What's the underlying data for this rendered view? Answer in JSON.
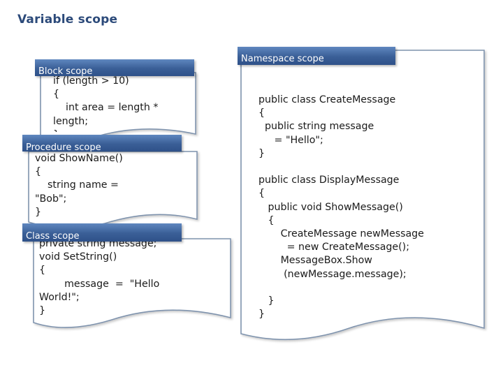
{
  "title": "Variable scope",
  "block_scope": {
    "label": "Block scope",
    "code": "if (length > 10)\n{\n    int area = length *\nlength;\n}"
  },
  "procedure_scope": {
    "label": "Procedure scope",
    "code": "void ShowName()\n{\n    string name =\n\"Bob\";\n}"
  },
  "class_scope": {
    "label": "Class scope",
    "code": "private string message;\nvoid SetString()\n{\n        message  =  \"Hello\nWorld!\";\n}"
  },
  "namespace_scope": {
    "label": "Namespace scope",
    "code": "public class CreateMessage\n{\n  public string message\n     = \"Hello\";\n}\n\npublic class DisplayMessage\n{\n   public void ShowMessage()\n   {\n       CreateMessage newMessage\n         = new CreateMessage();\n       MessageBox.Show\n        (newMessage.message);\n\n   }\n}"
  },
  "colors": {
    "title": "#2c4a7a",
    "tab_top": "#5f87bf",
    "tab_bottom": "#2f5189",
    "card_border": "#7f93ad"
  }
}
